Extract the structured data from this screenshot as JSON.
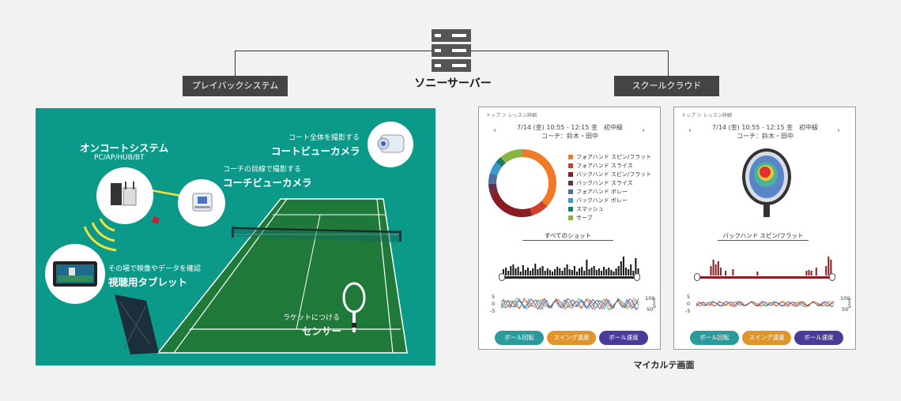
{
  "server": {
    "label": "ソニーサーバー",
    "icon": "server-icon"
  },
  "left_system": {
    "label": "プレイバックシステム"
  },
  "right_system": {
    "label": "スクールクラウド"
  },
  "court_panel": {
    "oncourt": {
      "title": "オンコートシステム",
      "sub": "PC/AP/HUB/BT"
    },
    "coach_cam": {
      "sub": "コーチの目線で撮影する",
      "title": "コーチビューカメラ"
    },
    "court_cam": {
      "sub": "コート全体を撮影する",
      "title": "コートビューカメラ"
    },
    "tablet": {
      "sub": "その場で映像やデータを確認",
      "title": "視聴用タブレット"
    },
    "sensor": {
      "sub": "ラケットにつける",
      "title": "センサー"
    }
  },
  "card1": {
    "breadcrumb": "トップ ＞ レッスン詳細",
    "date": "7/14 (金) 10:55 - 12:15 金　初中級",
    "coach": "コーチ：鈴木・田中",
    "legend": [
      {
        "label": "フォアハンド スピン/フラット",
        "color": "#f07a28"
      },
      {
        "label": "フォアハンド スライス",
        "color": "#d0402a"
      },
      {
        "label": "バックハンド スピン/フラット",
        "color": "#8a1c22"
      },
      {
        "label": "バックハンド スライス",
        "color": "#6b2b4a"
      },
      {
        "label": "フォアハンド ボレー",
        "color": "#4a6fa5"
      },
      {
        "label": "バックハンド ボレー",
        "color": "#3a9acb"
      },
      {
        "label": "スマッシュ",
        "color": "#1e7e6e"
      },
      {
        "label": "サーブ",
        "color": "#8ab440"
      }
    ],
    "selector": "すべてのショット",
    "axis_left": [
      "5",
      "0",
      "-5"
    ],
    "axis_right": [
      "100",
      "50"
    ],
    "axis_unit": "km/h",
    "buttons": [
      "ボール回転",
      "スイング速度",
      "ボール速度"
    ]
  },
  "card2": {
    "breadcrumb": "トップ ＞ レッスン詳細",
    "date": "7/14 (金) 10:55 - 12:15 金　初中級",
    "coach": "コーチ：鈴木・田中",
    "selector": "バックハンド スピン/フラット",
    "axis_left": [
      "5",
      "0",
      "-5"
    ],
    "axis_right": [
      "100",
      "50"
    ],
    "axis_unit": "km/h",
    "buttons": [
      "ボール回転",
      "スイング速度",
      "ボール速度"
    ]
  },
  "button_colors": [
    "#2a9a9a",
    "#e0942a",
    "#4a3a9a"
  ],
  "caption": "マイカルテ画面"
}
